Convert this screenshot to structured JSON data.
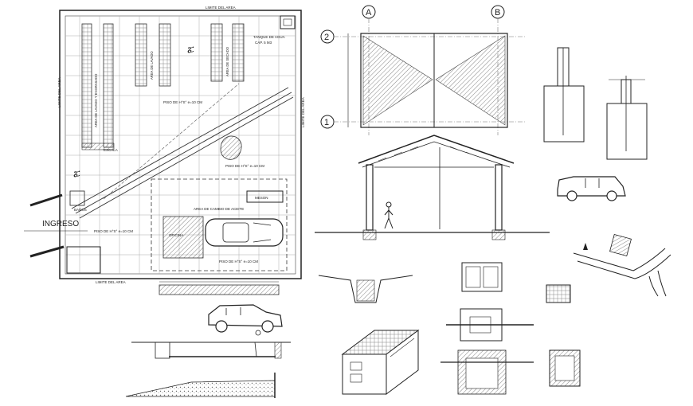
{
  "site_plan": {
    "top_boundary": "LIMITE DEL AREA",
    "bottom_boundary": "LIMITE DEL AREA",
    "left_boundary": "LIMITE DEL AREA",
    "right_boundary": "LIMITE DEL AREA",
    "wash_area_1": "AREA DE LAVADO Y ENGRASADO",
    "wash_area_2": "AREA DE LAVADO",
    "wash_area_3": "AREA DE SECADO",
    "water_tank": "TANQUE DE AGUA",
    "water_tank_capacity": "CAP. 5 M3",
    "floor_1": "PISO DE H°S° e=10 CM",
    "floor_2": "PISO DE H°S° e=10 CM",
    "floor_3": "PISO DE H°S° e=10 CM",
    "floor_4": "PISO DE H°S° e=10 CM",
    "oil_change": "AREA DE CAMBIO DE ACEITE",
    "counter": "MESON",
    "office": "OFICINA",
    "stairs": "ESCALA",
    "entrance": "INGRESO",
    "toilets": "BAÑOS"
  },
  "elevation": {
    "axis_a": "A",
    "axis_b": "B",
    "axis_1": "1",
    "axis_2": "2"
  },
  "colors": {
    "line": "#222222",
    "hatch": "#555555",
    "light": "#9a9a9a"
  }
}
